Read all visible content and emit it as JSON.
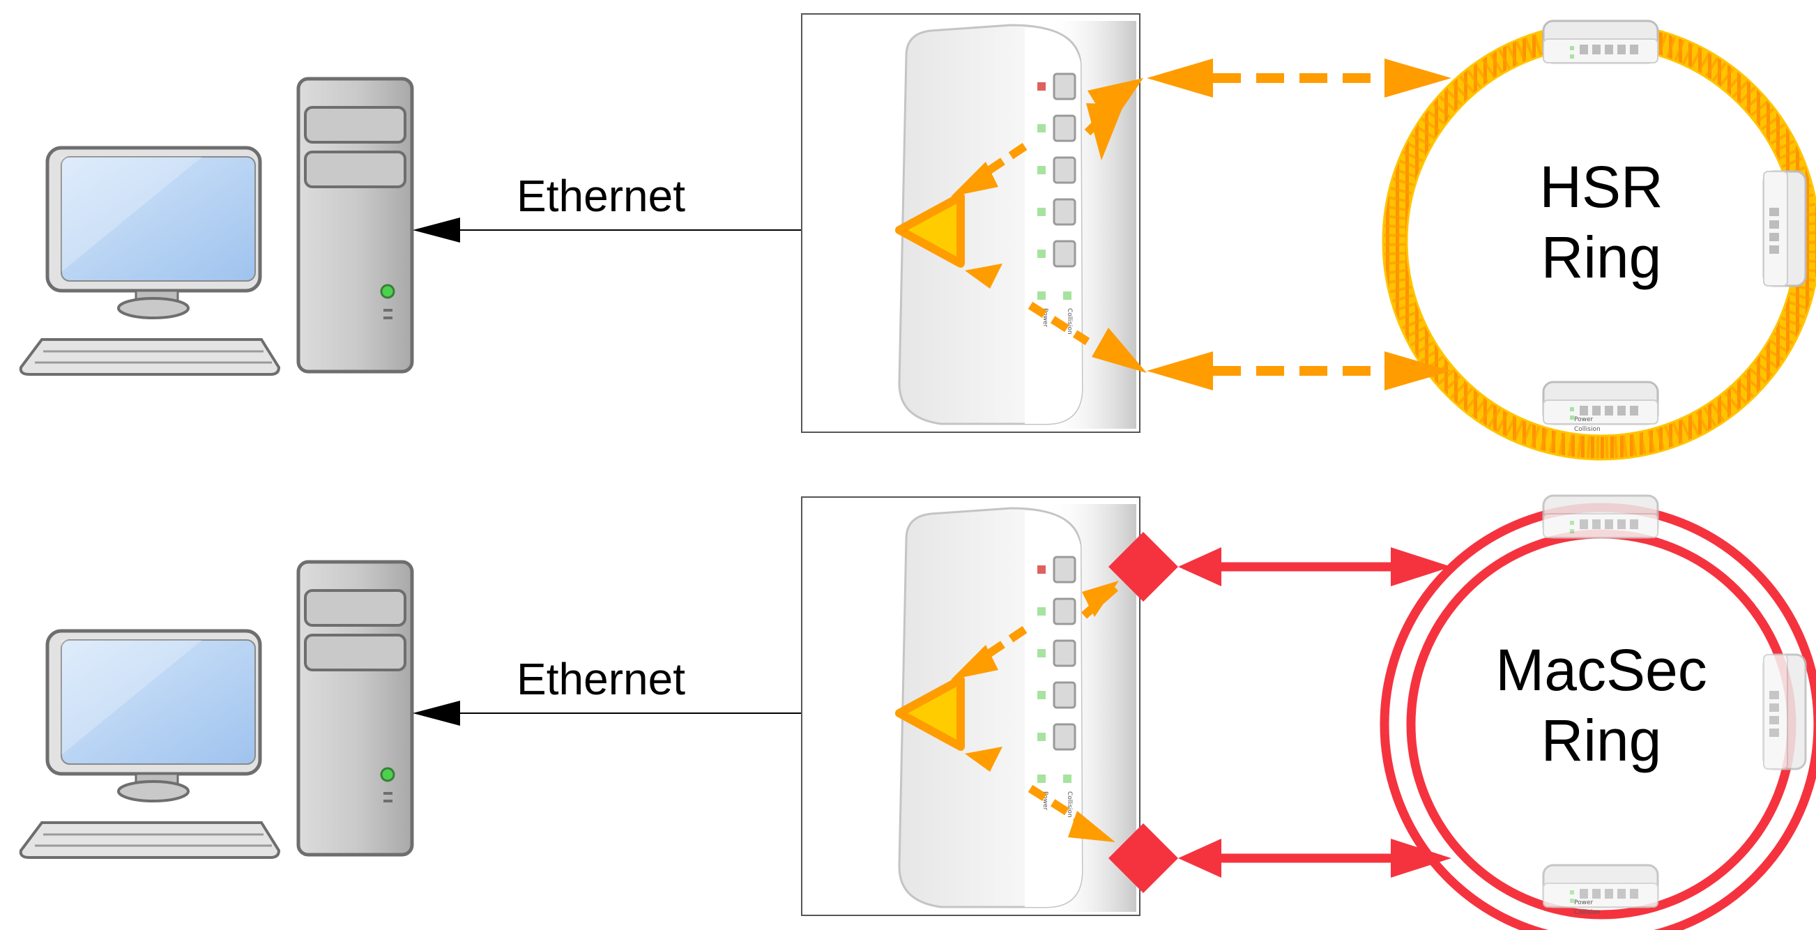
{
  "diagram": {
    "hsr_row": {
      "link_label": "Ethernet",
      "ring_label_line1": "HSR",
      "ring_label_line2": "Ring",
      "switch_port_labels": [
        "Power",
        "Collision"
      ],
      "ring_node_labels": [
        "Power",
        "Collision"
      ]
    },
    "macsec_row": {
      "link_label": "Ethernet",
      "ring_label_line1": "MacSec",
      "ring_label_line2": "Ring",
      "switch_port_labels": [
        "Power",
        "Collision"
      ],
      "ring_node_labels": [
        "Power",
        "Collision"
      ]
    }
  },
  "colors": {
    "hsr_path": "#ff9c00",
    "hsr_ring": "#ffc400",
    "hsr_ring_ticks": "#ff8c00",
    "redbox_fill": "#ffcc00",
    "macsec": "#f5333f",
    "monitor_screen": "#bcd7f5",
    "power_led": "#4cd14c",
    "port_led": "#a6e3a0",
    "power_port_led": "#e06060"
  },
  "icons": [
    "desktop-computer-icon",
    "network-switch-icon",
    "redbox-triangle-icon",
    "macsec-diamond-icon"
  ]
}
